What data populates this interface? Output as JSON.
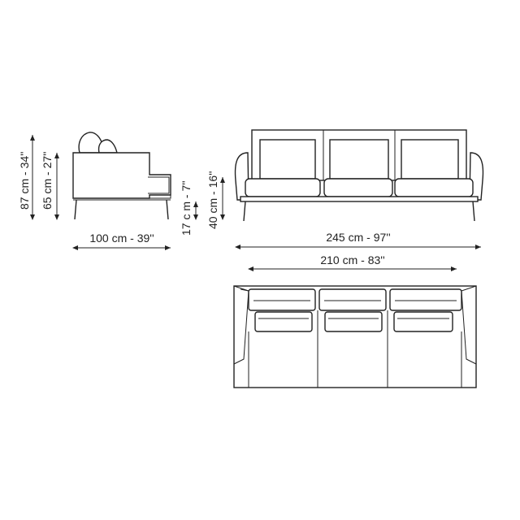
{
  "dimensions": {
    "total_height": "87 cm - 34''",
    "backrest_height": "65 cm - 27''",
    "depth": "100 cm - 39''",
    "leg_height": "17 c m - 7''",
    "seat_height": "40 cm - 16''",
    "total_width": "245 cm - 97''",
    "inner_width": "210 cm - 83''"
  }
}
